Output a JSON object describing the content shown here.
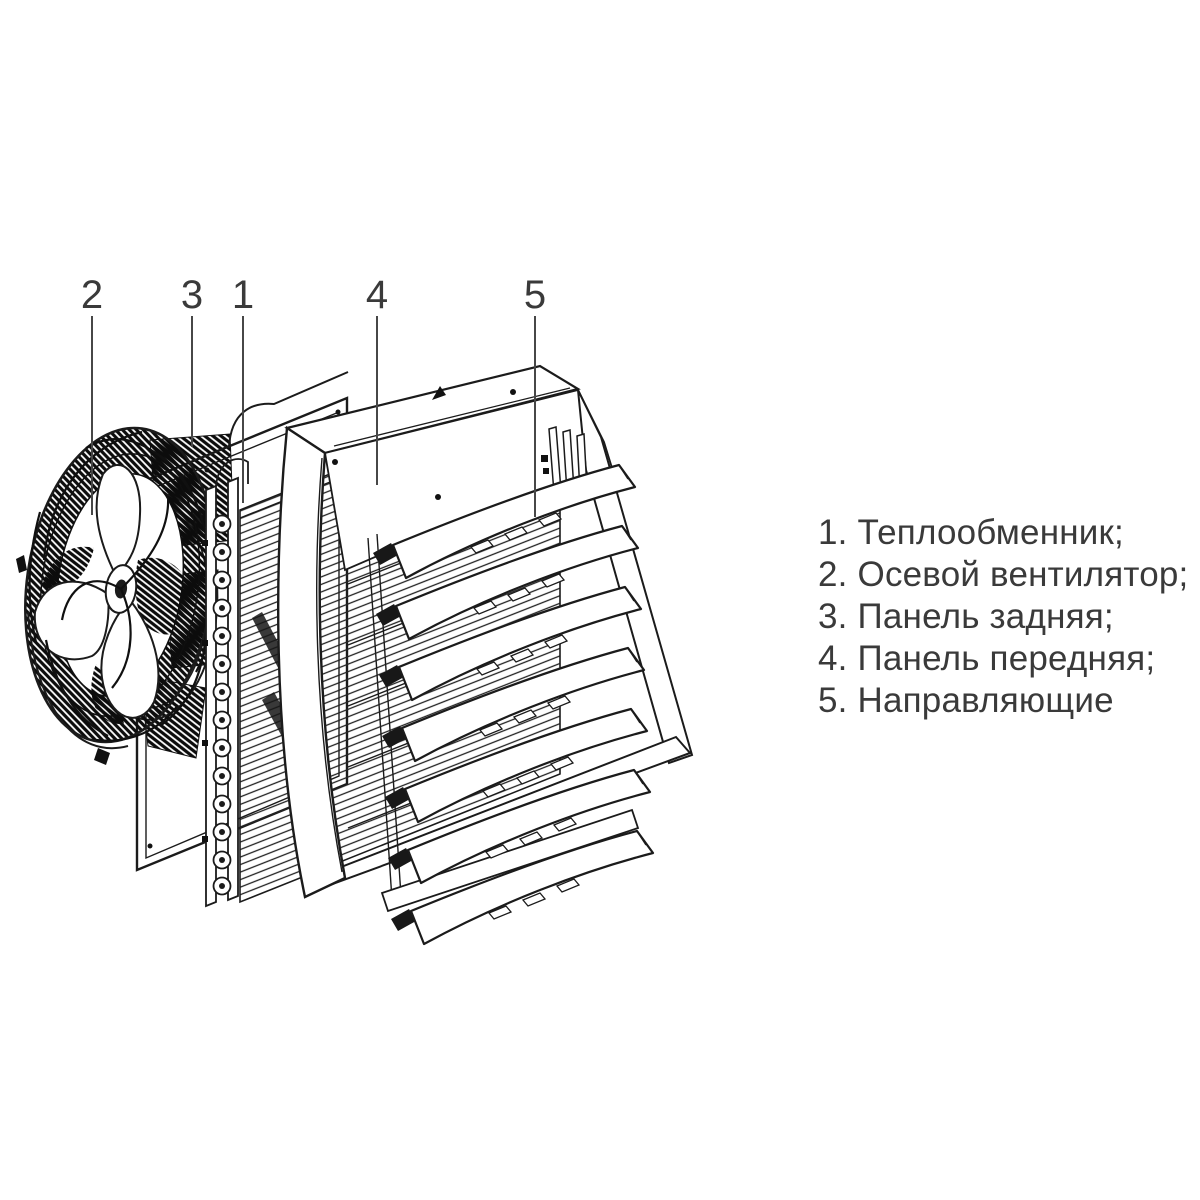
{
  "figure": {
    "callouts": [
      {
        "num": "2"
      },
      {
        "num": "3"
      },
      {
        "num": "1"
      },
      {
        "num": "4"
      },
      {
        "num": "5"
      }
    ]
  },
  "legend": {
    "items": [
      "1. Теплообменник;",
      "2. Осевой вентилятор;",
      "3. Панель задняя;",
      "4. Панель передняя;",
      "5. Направляющие"
    ]
  },
  "colors": {
    "background": "#ffffff",
    "line": "#1b1b1b",
    "text": "#3a3a3a"
  }
}
